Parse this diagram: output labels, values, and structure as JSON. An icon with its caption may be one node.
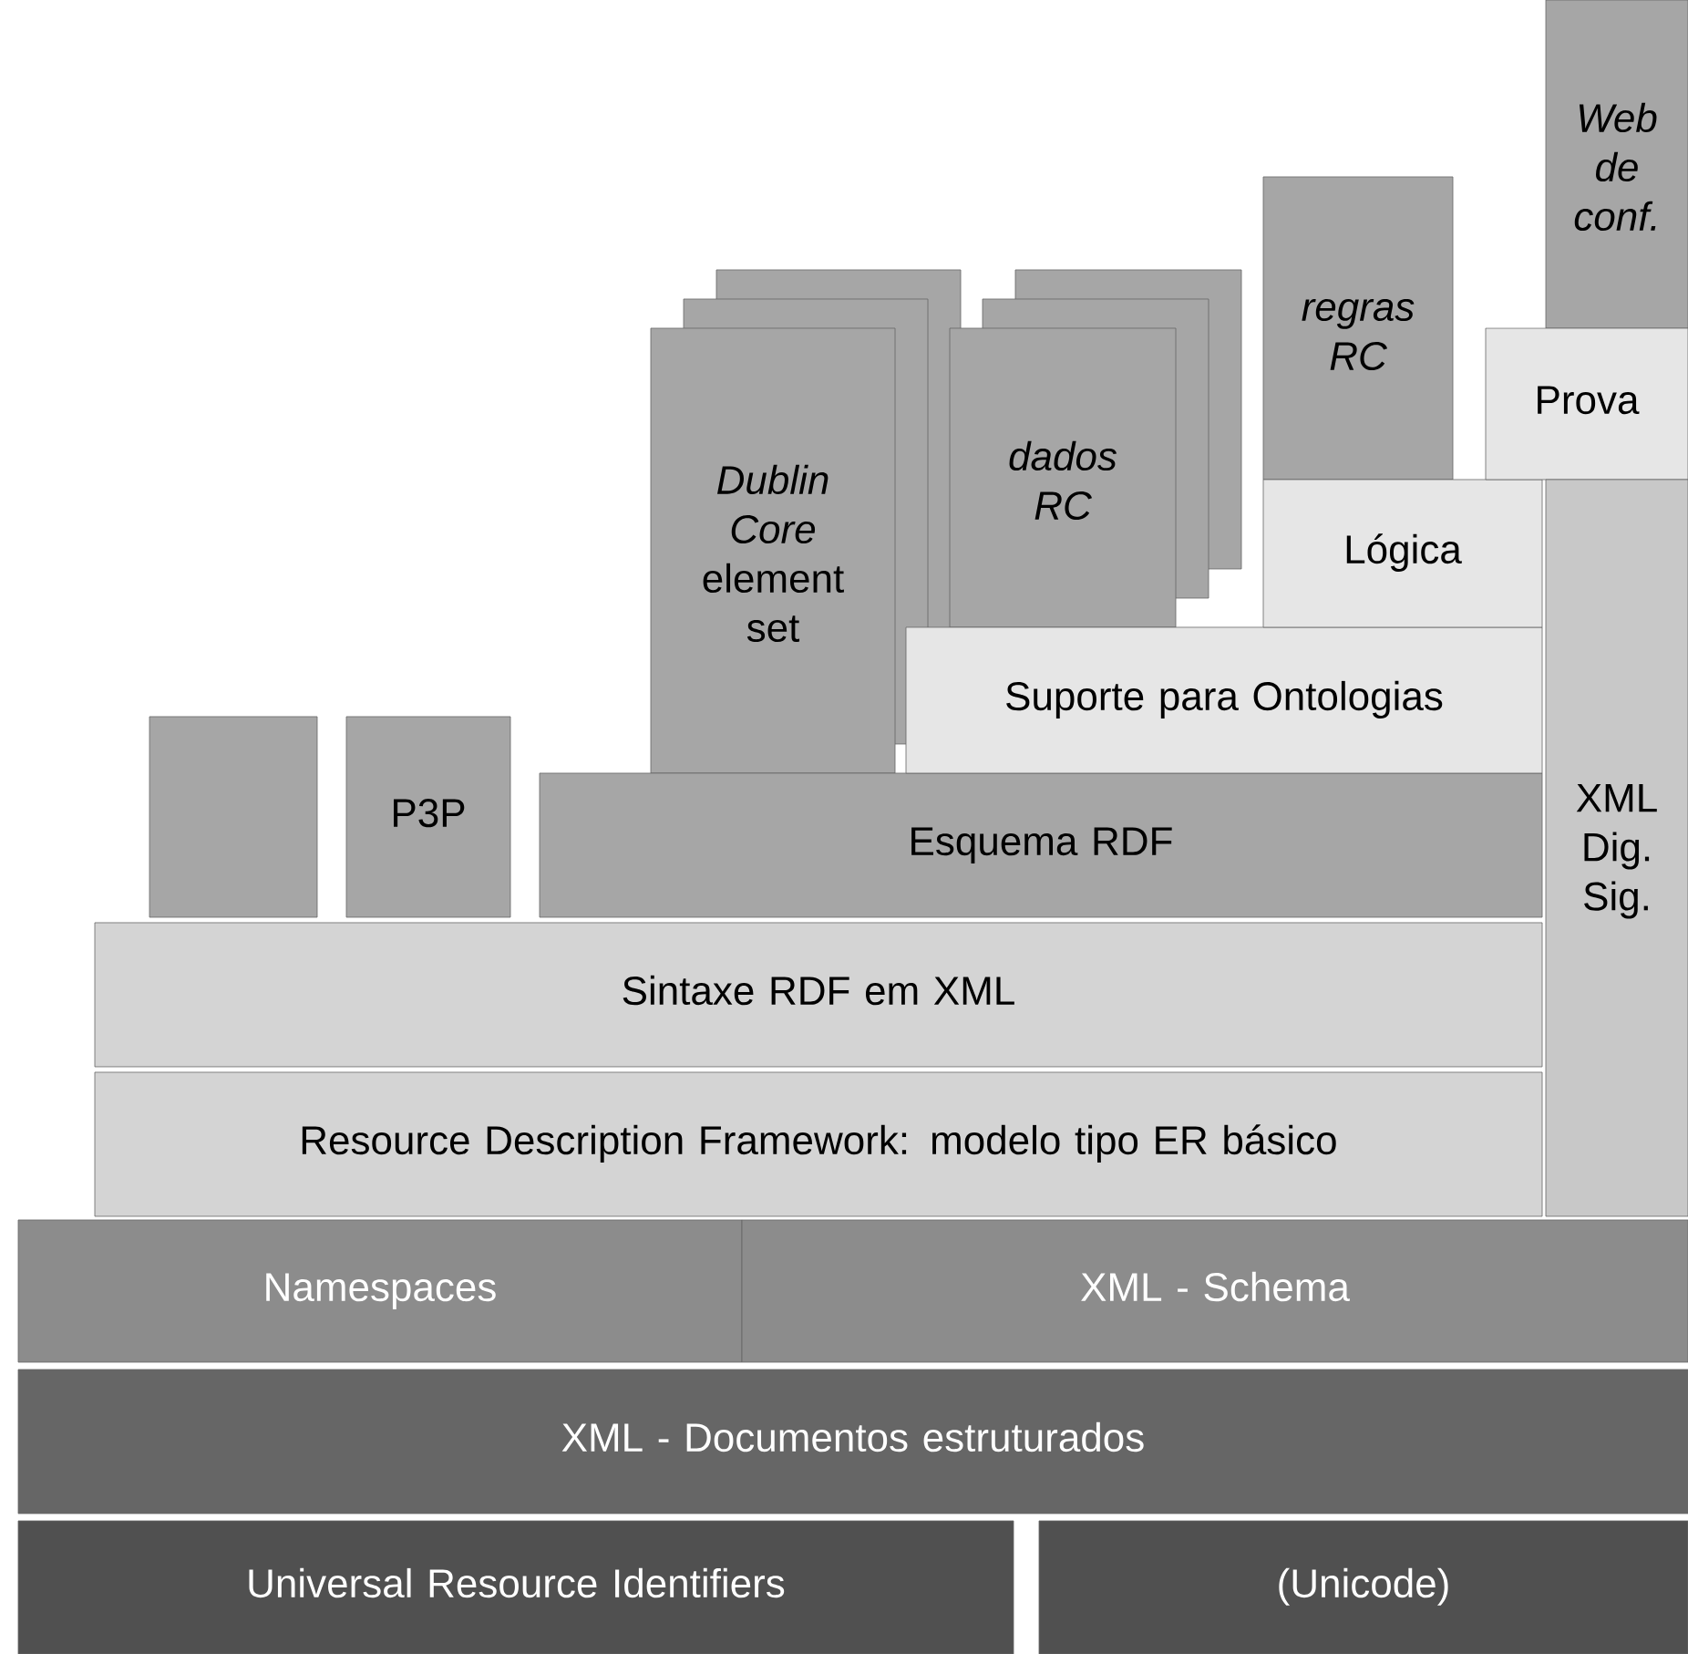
{
  "diagram": {
    "nodes": [
      {
        "text": [],
        "shape": "box"
      },
      {
        "text": [
          "P3P"
        ]
      },
      {
        "text": [
          "Esquema RDF"
        ]
      },
      {
        "text": [
          "*Dublin Core* element set"
        ]
      },
      {
        "text": [
          "dados RC"
        ]
      },
      {
        "text": [
          "Suporte para Ontologias"
        ]
      },
      {
        "text": [
          "regras RC"
        ]
      },
      {
        "text": [
          "Lógica"
        ]
      },
      {
        "text": [
          "Web de conf."
        ]
      },
      {
        "text": [
          "Prova"
        ]
      },
      {
        "text": [
          "XML Dig. Sig."
        ]
      },
      {
        "text": [
          "Sintaxe RDF em XML"
        ]
      },
      {
        "text": [
          "Resource Description Framework: modelo tipo ER básico"
        ]
      },
      {
        "text": [
          "Namespaces"
        ]
      },
      {
        "text": [
          "XML - Schema"
        ]
      },
      {
        "text": [
          "XML - Documentos estruturados"
        ]
      },
      {
        "text": [
          "Universal Resource Identifiers"
        ]
      },
      {
        "text": [
          "(Unicode)"
        ]
      }
    ]
  }
}
